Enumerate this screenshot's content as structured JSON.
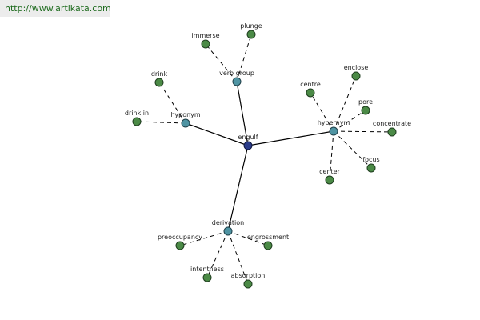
{
  "banner": {
    "url": "http://www.artikata.com"
  },
  "graph": {
    "center": "engulf",
    "relations": [
      {
        "label": "verb group",
        "terms": [
          "immerse",
          "plunge"
        ]
      },
      {
        "label": "hyponym",
        "terms": [
          "drink",
          "drink in"
        ]
      },
      {
        "label": "hypernym",
        "terms": [
          "centre",
          "enclose",
          "pore",
          "concentrate",
          "focus",
          "center"
        ]
      },
      {
        "label": "derivation",
        "terms": [
          "preoccupancy",
          "engrossment",
          "intentness",
          "absorption"
        ]
      }
    ]
  },
  "colors": {
    "center_node": "#2b3c8a",
    "relation_node": "#4f94a3",
    "term_node": "#4b8a46",
    "banner_text": "#1d6a1d"
  }
}
